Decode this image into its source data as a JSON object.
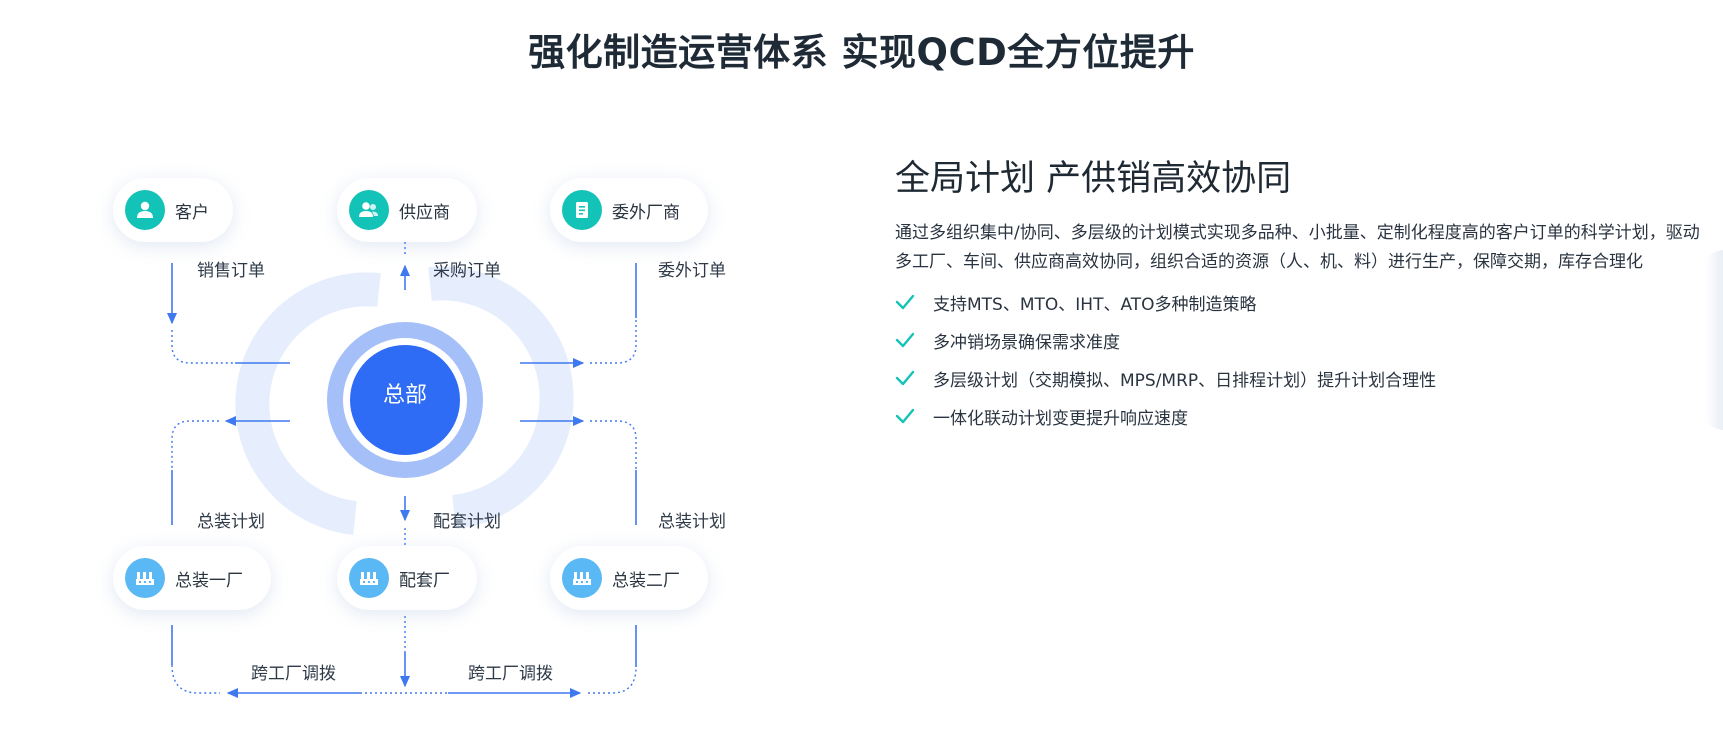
{
  "page": {
    "title": "强化制造运营体系 实现QCD全方位提升"
  },
  "diagram": {
    "hub": "总部",
    "nodes": {
      "customer": {
        "label": "客户",
        "icon": "user-icon"
      },
      "supplier": {
        "label": "供应商",
        "icon": "users-icon"
      },
      "outsourcer": {
        "label": "委外厂商",
        "icon": "document-icon"
      },
      "plant1": {
        "label": "总装一厂",
        "icon": "factory-icon"
      },
      "kitting": {
        "label": "配套厂",
        "icon": "factory-icon"
      },
      "plant2": {
        "label": "总装二厂",
        "icon": "factory-icon"
      }
    },
    "edges": {
      "sales_order": "销售订单",
      "purchase_order": "采购订单",
      "outsource_order": "委外订单",
      "assembly_plan_left": "总装计划",
      "kitting_plan": "配套计划",
      "assembly_plan_right": "总装计划",
      "transfer_left": "跨工厂调拨",
      "transfer_right": "跨工厂调拨"
    },
    "colors": {
      "hub": "#2f6cf6",
      "ring_inner": "#a5bff8",
      "ring_outer": "#e6eefd",
      "line": "#3f79f0",
      "icon_teal": "#14c3b8",
      "icon_sky": "#5ab8f5"
    }
  },
  "panel": {
    "title": "全局计划 产供销高效协同",
    "description": "通过多组织集中/协同、多层级的计划模式实现多品种、小批量、定制化程度高的客户订单的科学计划，驱动多工厂、车间、供应商高效协同，组织合适的资源（人、机、料）进行生产，保障交期，库存合理化",
    "features": [
      "支持MTS、MTO、IHT、ATO多种制造策略",
      "多冲销场景确保需求准度",
      "多层级计划（交期模拟、MPS/MRP、日排程计划）提升计划合理性",
      "一体化联动计划变更提升响应速度"
    ],
    "check_color": "#14c3b8"
  }
}
